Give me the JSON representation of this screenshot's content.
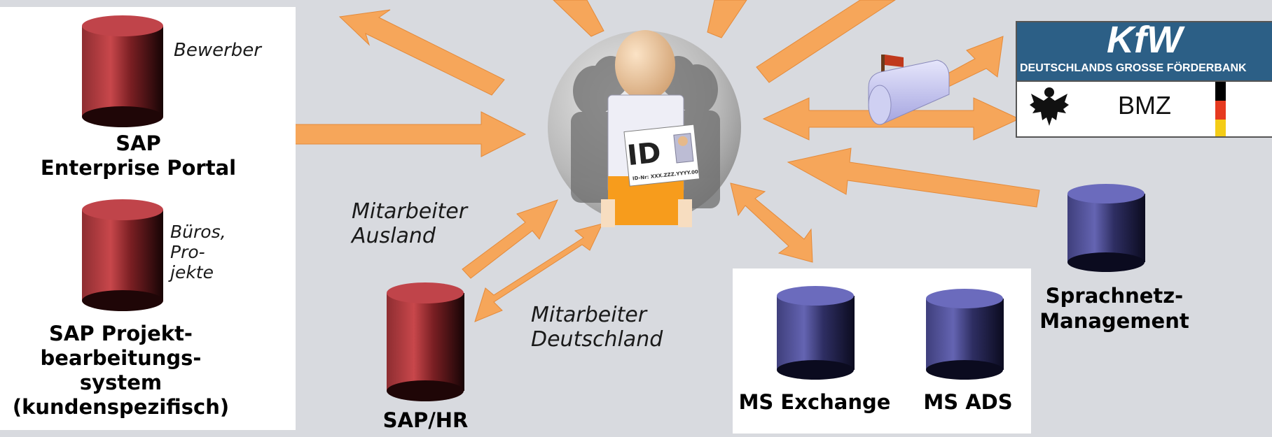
{
  "left_panel": {
    "portal_note": "Bewerber",
    "portal_title_line1": "SAP",
    "portal_title_line2": "Enterprise Portal",
    "pbs_note_line1": "Büros,",
    "pbs_note_line2": "Pro-",
    "pbs_note_line3": "jekte",
    "pbs_title_line1": "SAP Projekt-",
    "pbs_title_line2": "bearbeitungs-",
    "pbs_title_line3": "system",
    "pbs_title_line4": "(kundenspezifisch)"
  },
  "center": {
    "id_text": "ID",
    "id_number": "ID-Nr: XXX.ZZZ.YYYY.00"
  },
  "labels": {
    "abroad_line1": "Mitarbeiter",
    "abroad_line2": "Ausland",
    "germany_line1": "Mitarbeiter",
    "germany_line2": "Deutschland",
    "sap_hr": "SAP/HR",
    "ms_exchange": "MS Exchange",
    "ms_ads": "MS ADS",
    "sprach_line1": "Sprachnetz-",
    "sprach_line2": "Management"
  },
  "kfw": {
    "logo_text": "KfW",
    "tagline": "DEUTSCHLANDS GROSSE FÖRDERBANK",
    "bmz": "BMZ"
  },
  "colors": {
    "arrow": "#f6a65a",
    "db_red": "#b8373c",
    "db_blue": "#5a5aa6",
    "kfw_blue": "#2c5f86"
  }
}
